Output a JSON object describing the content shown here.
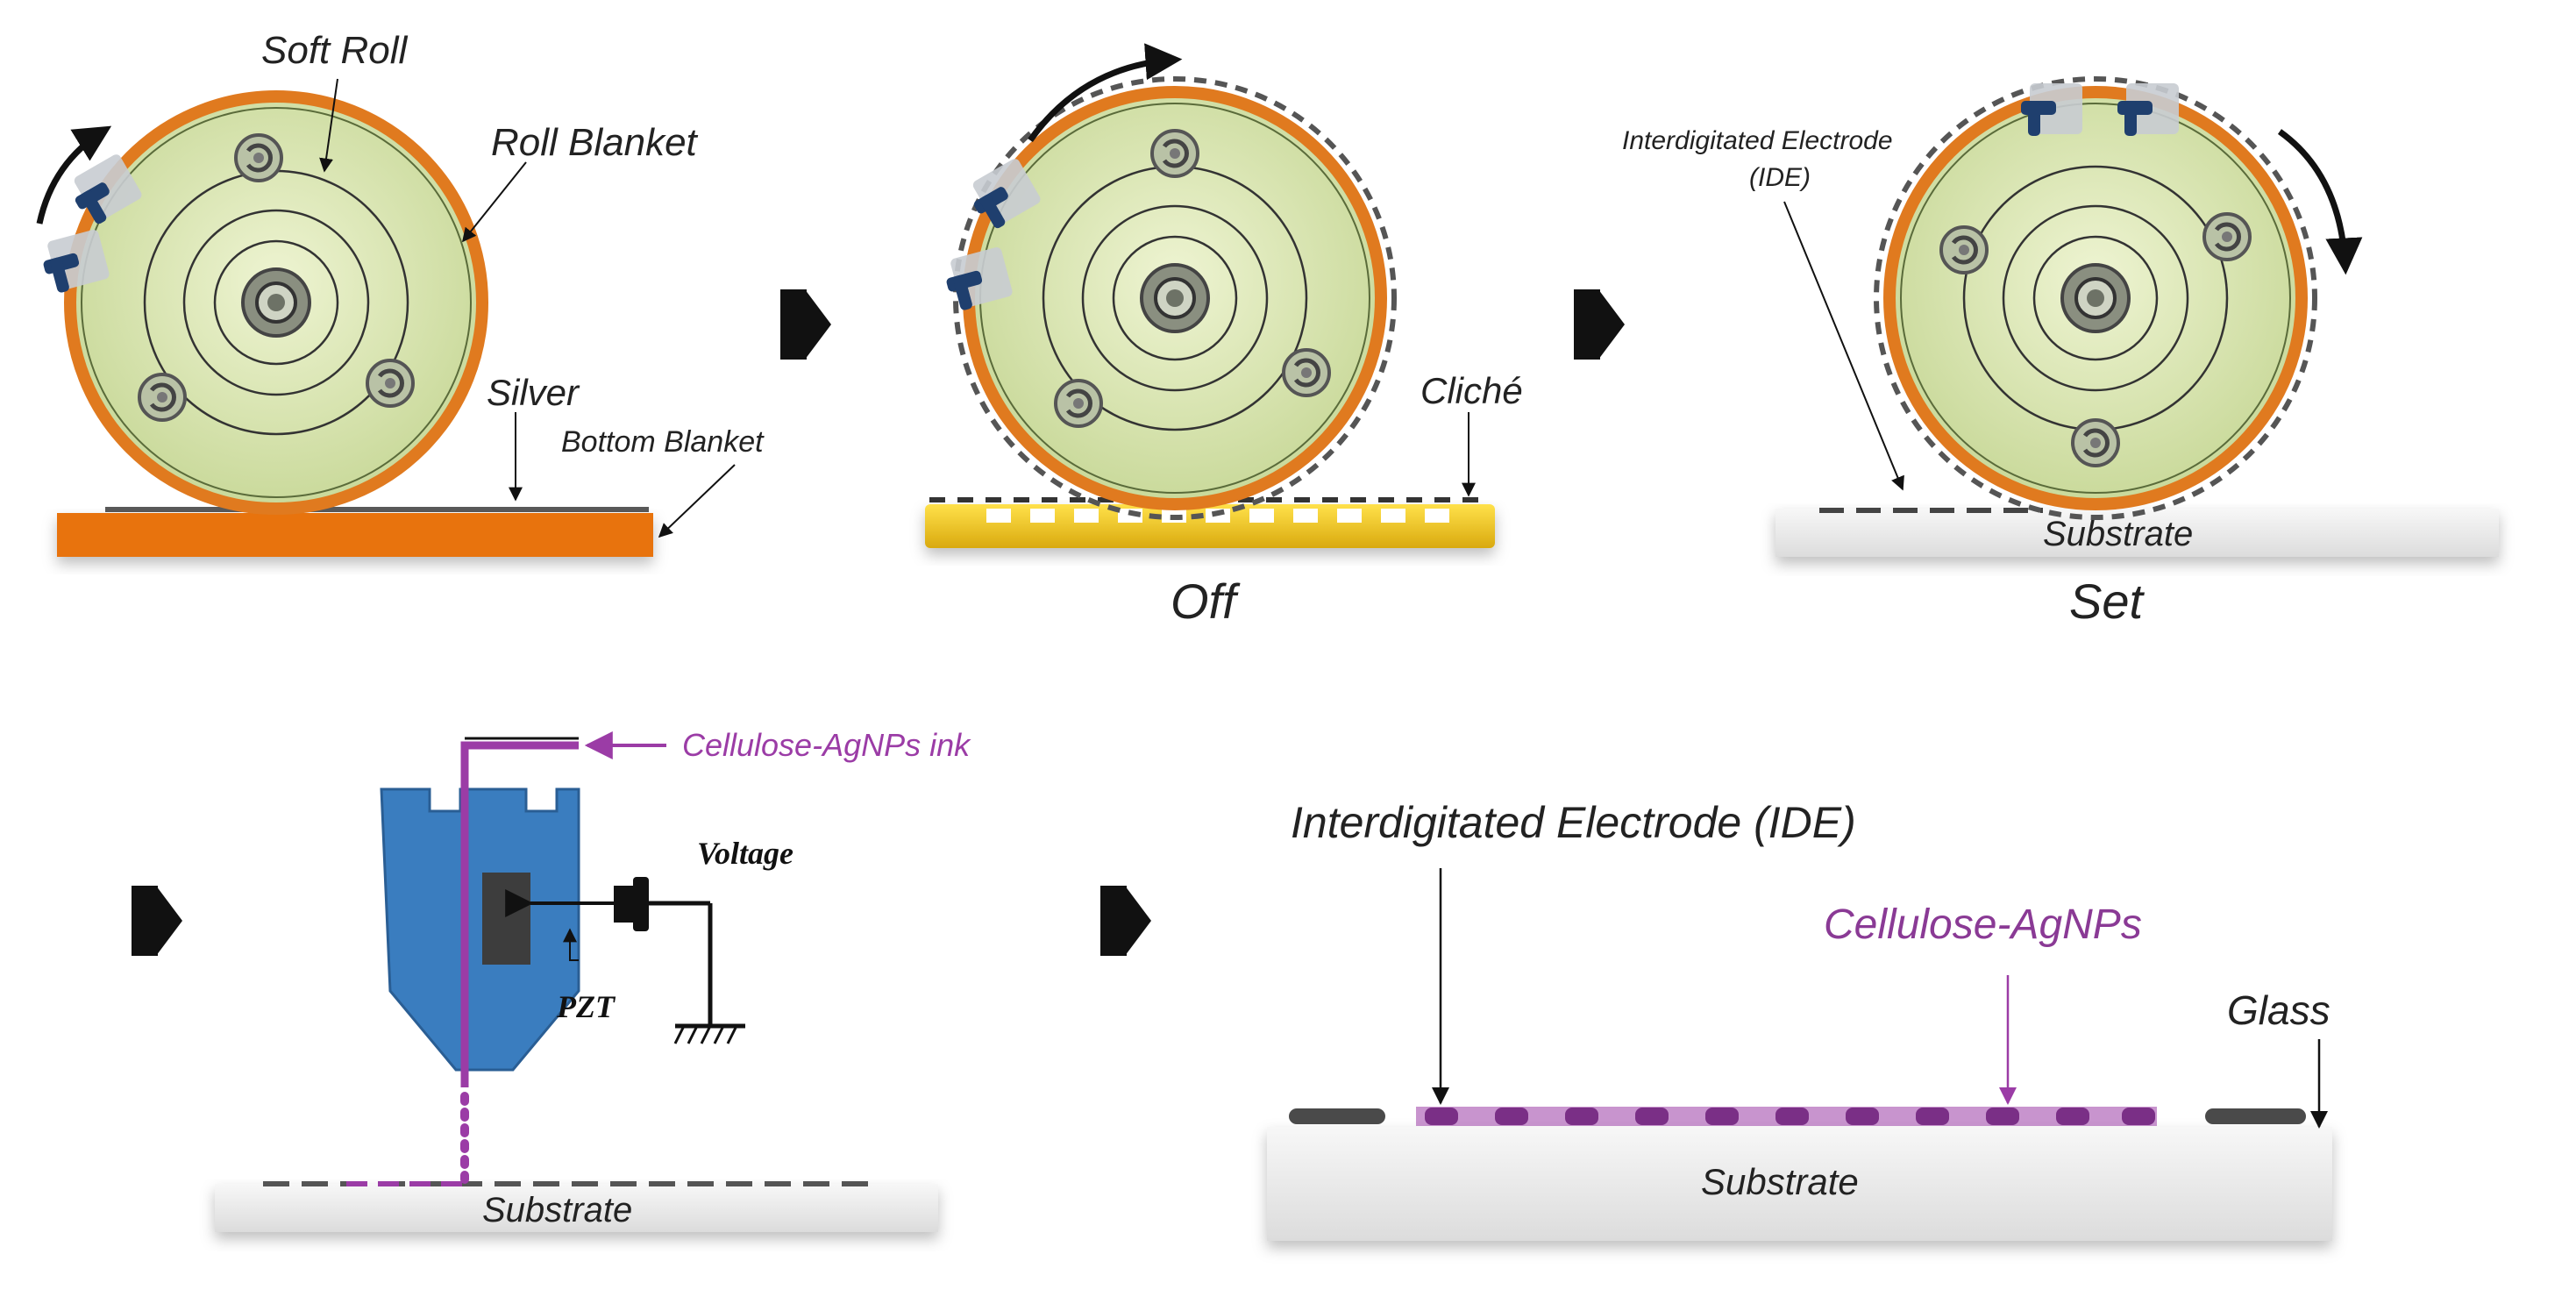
{
  "panels": {
    "panel1": {
      "soft_roll": "Soft Roll",
      "roll_blanket": "Roll Blanket",
      "silver": "Silver",
      "bottom_blanket": "Bottom Blanket"
    },
    "panel2": {
      "cliche": "Cliché",
      "caption": "Off"
    },
    "panel3": {
      "ide_line1": "Interdigitated Electrode",
      "ide_line2": "(IDE)",
      "substrate": "Substrate",
      "caption": "Set"
    },
    "panel4": {
      "ink": "Cellulose-AgNPs ink",
      "voltage": "Voltage",
      "pzt": "PZT",
      "substrate": "Substrate"
    },
    "panel5": {
      "ide": "Interdigitated Electrode (IDE)",
      "cellulose": "Cellulose-AgNPs",
      "glass": "Glass",
      "substrate": "Substrate"
    }
  },
  "colors": {
    "roll_face": "#dbe7b4",
    "roll_blanket": "#e07a1f",
    "bottom_blanket": "#e8730e",
    "cliche": "#f2c81a",
    "clamp": "#1f3f6e",
    "nozzle": "#3a7dbf",
    "ink": "#9b3ca6",
    "electrode": "#4a4a4a",
    "substrate": "#ededed"
  },
  "icons": [
    "rotation-arrow",
    "process-arrow",
    "ground-symbol",
    "connector-plug"
  ]
}
